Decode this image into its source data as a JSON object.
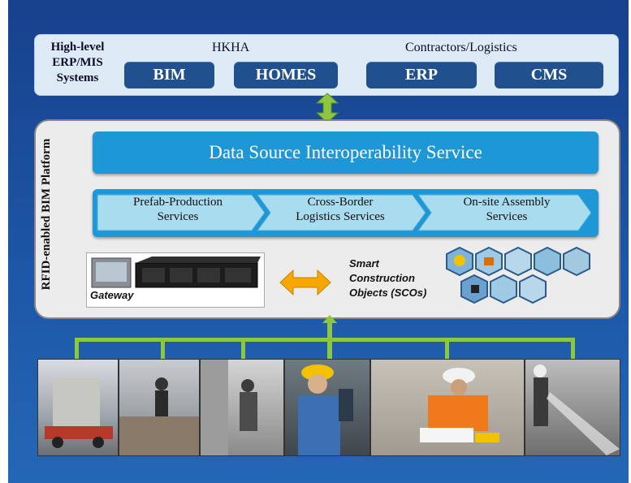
{
  "top": {
    "erp_label_line1": "High-level",
    "erp_label_line2": "ERP/MIS",
    "erp_label_line3": "Systems",
    "group1": "HKHA",
    "group2": "Contractors/Logistics",
    "systems": [
      "BIM",
      "HOMES",
      "ERP",
      "CMS"
    ]
  },
  "platform": {
    "side_label": "RFID-enabled BIM Platform",
    "dsis": "Data Source Interoperability Service",
    "services": [
      {
        "line1": "Prefab-Production",
        "line2": "Services"
      },
      {
        "line1": "Cross-Border",
        "line2": "Logistics  Services"
      },
      {
        "line1": "On-site Assembly",
        "line2": "Services"
      }
    ],
    "gateway_label": "Gateway",
    "sco_line1": "Smart",
    "sco_line2": "Construction",
    "sco_line3": "Objects (SCOs)"
  },
  "colors": {
    "background": "#1d56a6",
    "accent_blue": "#1e97d6",
    "button_blue": "#20508e",
    "arrow_green": "#8dc63f",
    "arrow_orange": "#f7a800"
  }
}
